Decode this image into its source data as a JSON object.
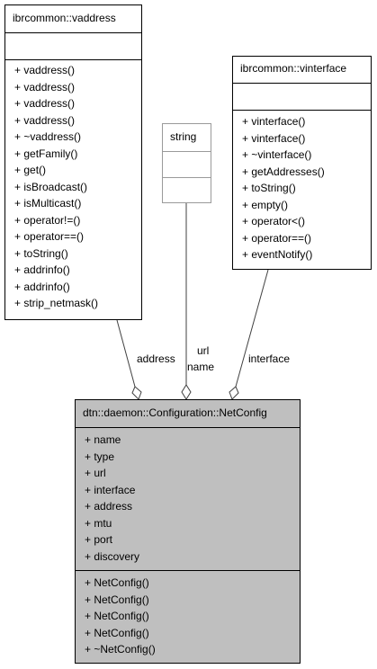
{
  "classes": {
    "vaddress": {
      "name": "ibrcommon::vaddress",
      "attributes": [],
      "methods": [
        "+ vaddress()",
        "+ vaddress()",
        "+ vaddress()",
        "+ vaddress()",
        "+ ~vaddress()",
        "+ getFamily()",
        "+ get()",
        "+ isBroadcast()",
        "+ isMulticast()",
        "+ operator!=()",
        "+ operator==()",
        "+ toString()",
        "+ addrinfo()",
        "+ addrinfo()",
        "+ strip_netmask()"
      ]
    },
    "string": {
      "name": "string",
      "attributes": [],
      "methods": []
    },
    "vinterface": {
      "name": "ibrcommon::vinterface",
      "attributes": [],
      "methods": [
        "+ vinterface()",
        "+ vinterface()",
        "+ ~vinterface()",
        "+ getAddresses()",
        "+ toString()",
        "+ empty()",
        "+ operator<()",
        "+ operator==()",
        "+ eventNotify()"
      ]
    },
    "netconfig": {
      "name": "dtn::daemon::Configuration::NetConfig",
      "attributes": [
        "+ name",
        "+ type",
        "+ url",
        "+ interface",
        "+ address",
        "+ mtu",
        "+ port",
        "+ discovery"
      ],
      "methods": [
        "+ NetConfig()",
        "+ NetConfig()",
        "+ NetConfig()",
        "+ NetConfig()",
        "+ ~NetConfig()"
      ]
    }
  },
  "relations": {
    "address": "address",
    "url": "url",
    "name": "name",
    "interface": "interface"
  },
  "colors": {
    "highlight_fill": "#bfbfbf",
    "edge": "#404040",
    "faded_border": "#9a9a9a"
  }
}
